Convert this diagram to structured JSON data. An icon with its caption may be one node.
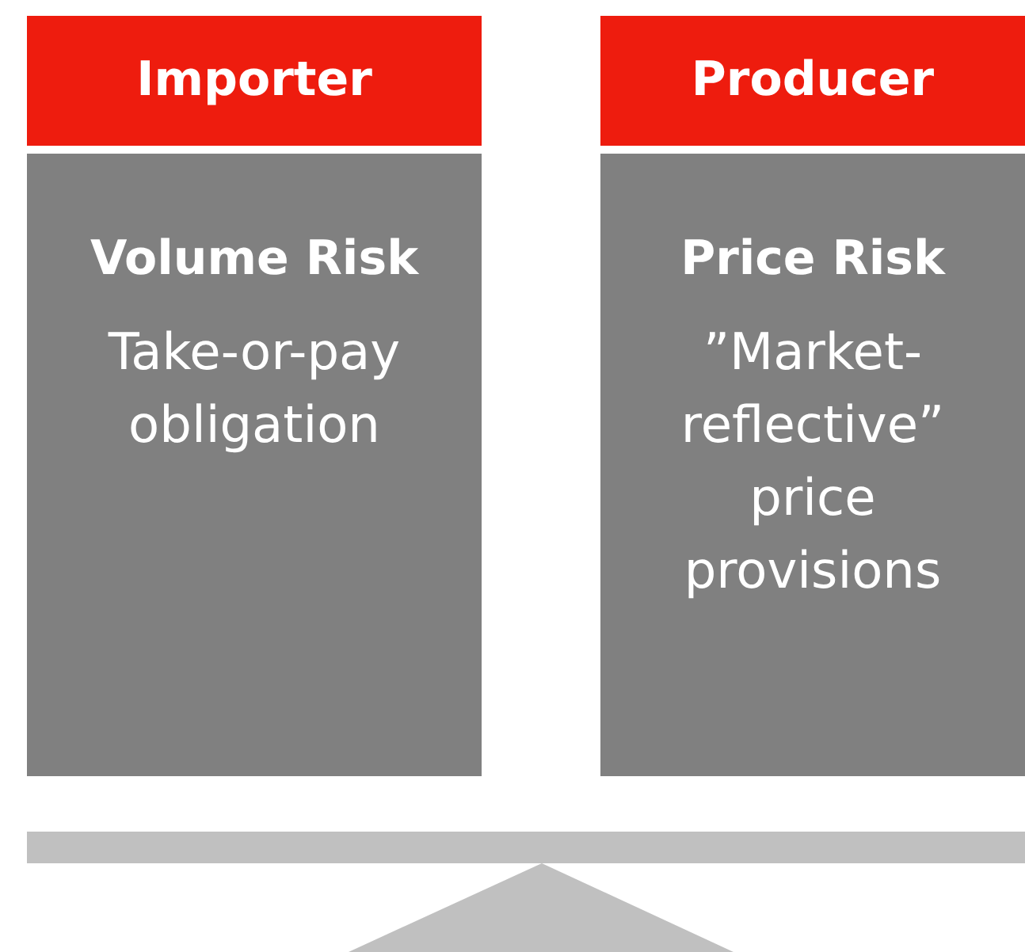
{
  "diagram": {
    "nodes": [
      {
        "text": [
          "Importer"
        ]
      },
      {
        "text": [
          "Volume Risk",
          "Take-or-pay obligation"
        ]
      },
      {
        "text": [
          "Producer"
        ]
      },
      {
        "text": [
          "Price Risk",
          "”Market-reflective” price provisions"
        ]
      }
    ]
  }
}
